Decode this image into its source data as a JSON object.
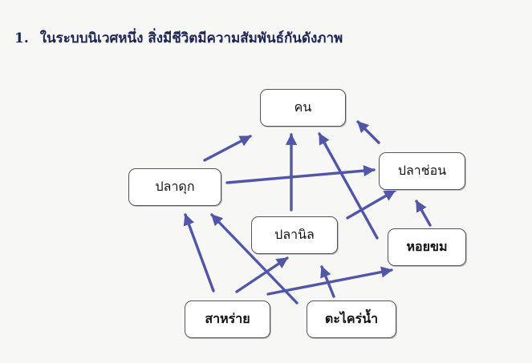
{
  "heading": {
    "number": "1.",
    "text": "ในระบบนิเวศหนึ่ง สิ่งมีชีวิตมีความสัมพันธ์กันดังภาพ"
  },
  "nodes": {
    "kon": "คน",
    "pladuk": "ปลาดุก",
    "plachon": "ปลาช่อน",
    "planil": "ปลานิล",
    "hoichom": "หอยขม",
    "sarai": "สาหร่าย",
    "takhrainam": "ตะไคร่น้ำ"
  },
  "colors": {
    "arrow": "#5256a6",
    "heading": "#1c2452"
  },
  "edges": [
    [
      "pladuk",
      "kon"
    ],
    [
      "pladuk",
      "plachon"
    ],
    [
      "planil",
      "kon"
    ],
    [
      "planil",
      "plachon"
    ],
    [
      "plachon",
      "kon"
    ],
    [
      "hoichom",
      "kon"
    ],
    [
      "hoichom",
      "plachon"
    ],
    [
      "sarai",
      "pladuk"
    ],
    [
      "sarai",
      "planil"
    ],
    [
      "sarai",
      "hoichom"
    ],
    [
      "takhrainam",
      "pladuk"
    ],
    [
      "takhrainam",
      "planil"
    ]
  ]
}
